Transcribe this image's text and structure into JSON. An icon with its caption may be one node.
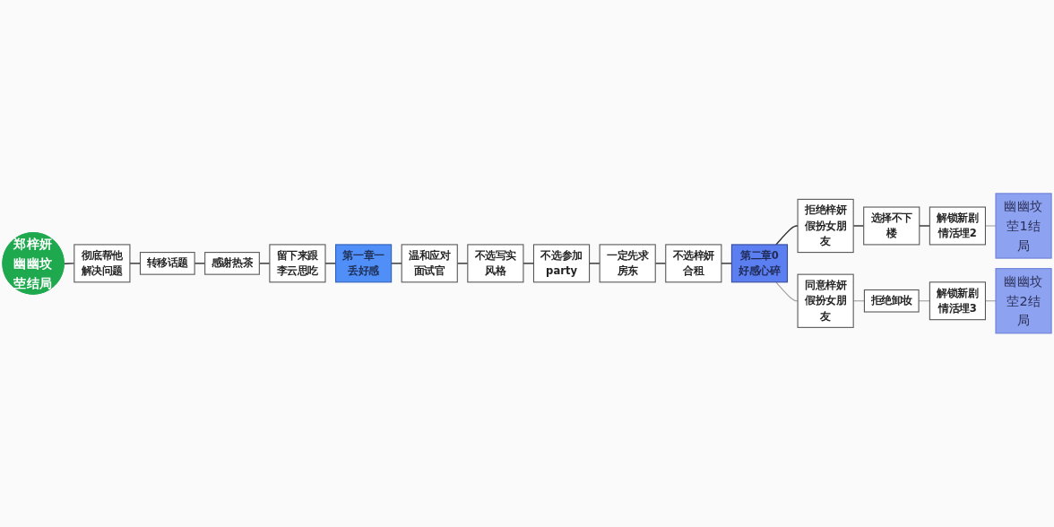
{
  "diagram": {
    "nodes": [
      {
        "text": [
          "郑梓妍幽幽坟茔结局"
        ]
      },
      {
        "text": [
          "彻底帮他解决问题"
        ]
      },
      {
        "text": [
          "转移话题"
        ]
      },
      {
        "text": [
          "感谢热茶"
        ]
      },
      {
        "text": [
          "留下来跟李云思吃"
        ]
      },
      {
        "text": [
          "第一章一丢好感"
        ]
      },
      {
        "text": [
          "温和应对面试官"
        ]
      },
      {
        "text": [
          "不选写实风格"
        ]
      },
      {
        "text": [
          "不选参加party"
        ]
      },
      {
        "text": [
          "一定先求房东"
        ]
      },
      {
        "text": [
          "不选梓妍合租"
        ]
      },
      {
        "text": [
          "第二章0好感心碎"
        ]
      },
      {
        "text": [
          "拒绝梓妍假扮女朋友"
        ]
      },
      {
        "text": [
          "选择不下楼"
        ]
      },
      {
        "text": [
          "解锁新剧情活埋2"
        ]
      },
      {
        "text": [
          "幽幽坟茔1结局"
        ]
      },
      {
        "text": [
          "同意梓妍假扮女朋友"
        ]
      },
      {
        "text": [
          "拒绝卸妆"
        ]
      },
      {
        "text": [
          "解锁新剧情活埋3"
        ]
      },
      {
        "text": [
          "幽幽坟茔2结局"
        ]
      }
    ],
    "edges": [
      {
        "from": 0,
        "to": 1,
        "arrow": "none"
      },
      {
        "from": 1,
        "to": 2,
        "arrow": "none"
      },
      {
        "from": 2,
        "to": 3,
        "arrow": "none"
      },
      {
        "from": 3,
        "to": 4,
        "arrow": "none"
      },
      {
        "from": 4,
        "to": 5,
        "arrow": "none"
      },
      {
        "from": 5,
        "to": 6,
        "arrow": "none"
      },
      {
        "from": 6,
        "to": 7,
        "arrow": "none"
      },
      {
        "from": 7,
        "to": 8,
        "arrow": "none"
      },
      {
        "from": 8,
        "to": 9,
        "arrow": "none"
      },
      {
        "from": 9,
        "to": 10,
        "arrow": "none"
      },
      {
        "from": 10,
        "to": 11,
        "arrow": "none"
      },
      {
        "from": 11,
        "to": 12,
        "arrow": "none"
      },
      {
        "from": 12,
        "to": 13,
        "arrow": "none"
      },
      {
        "from": 13,
        "to": 14,
        "arrow": "none"
      },
      {
        "from": 14,
        "to": 15,
        "arrow": "none",
        "color": "#9e9e9e"
      },
      {
        "from": 11,
        "to": 16,
        "arrow": "none",
        "color": "#9e9e9e"
      },
      {
        "from": 16,
        "to": 17,
        "arrow": "none",
        "color": "#9e9e9e"
      },
      {
        "from": 17,
        "to": 18,
        "arrow": "none",
        "color": "#9e9e9e"
      },
      {
        "from": 18,
        "to": 19,
        "arrow": "none",
        "color": "#9e9e9e"
      }
    ]
  }
}
